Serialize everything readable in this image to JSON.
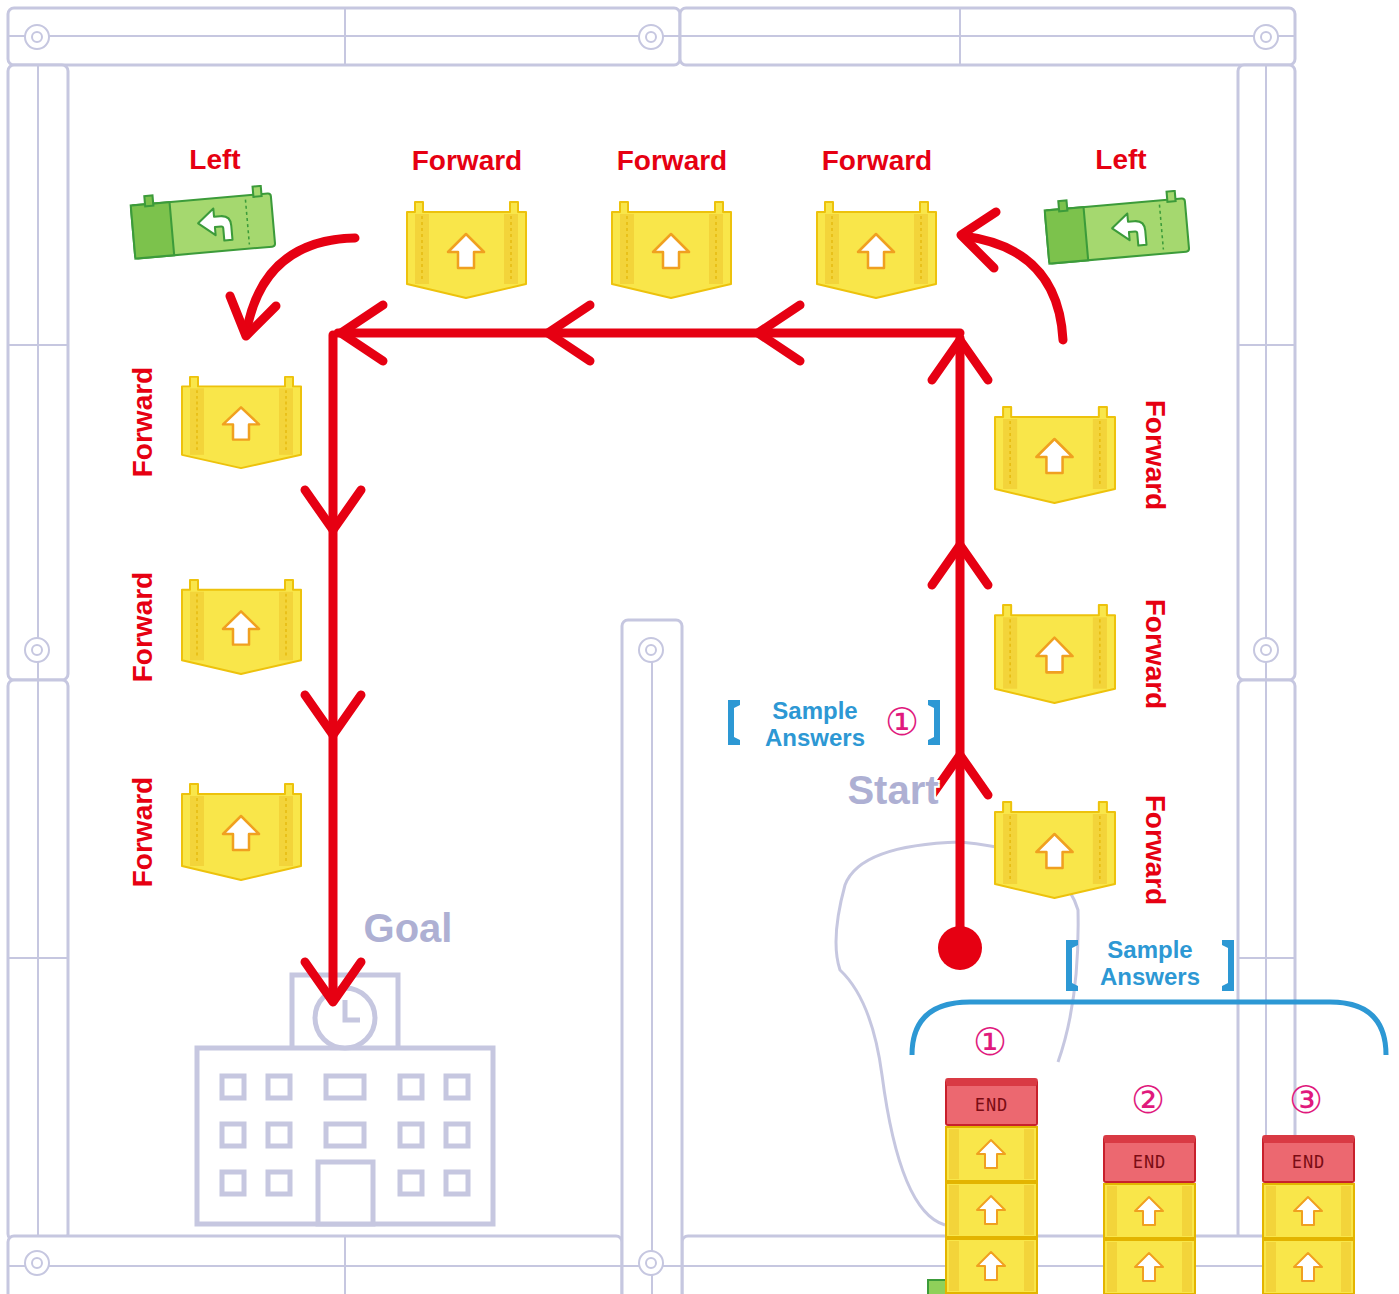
{
  "diagram": {
    "nodes": [
      {
        "text": [
          "Left"
        ]
      },
      {
        "text": [
          "Forward"
        ]
      },
      {
        "text": [
          "Forward"
        ]
      },
      {
        "text": [
          "Forward"
        ]
      },
      {
        "text": [
          "Left"
        ]
      },
      {
        "text": [
          "Forward"
        ]
      },
      {
        "text": [
          "Forward"
        ]
      },
      {
        "text": [
          "Forward"
        ]
      },
      {
        "text": [
          "Forward"
        ]
      },
      {
        "text": [
          "Forward"
        ]
      },
      {
        "text": [
          "Forward"
        ]
      },
      {
        "text": [
          "END"
        ]
      },
      {
        "text": [
          "END"
        ]
      },
      {
        "text": [
          "END"
        ]
      }
    ],
    "labels": [
      "Start",
      "Goal",
      "Sample Answers",
      "①",
      "Sample Answers",
      "①",
      "②",
      "③"
    ]
  }
}
